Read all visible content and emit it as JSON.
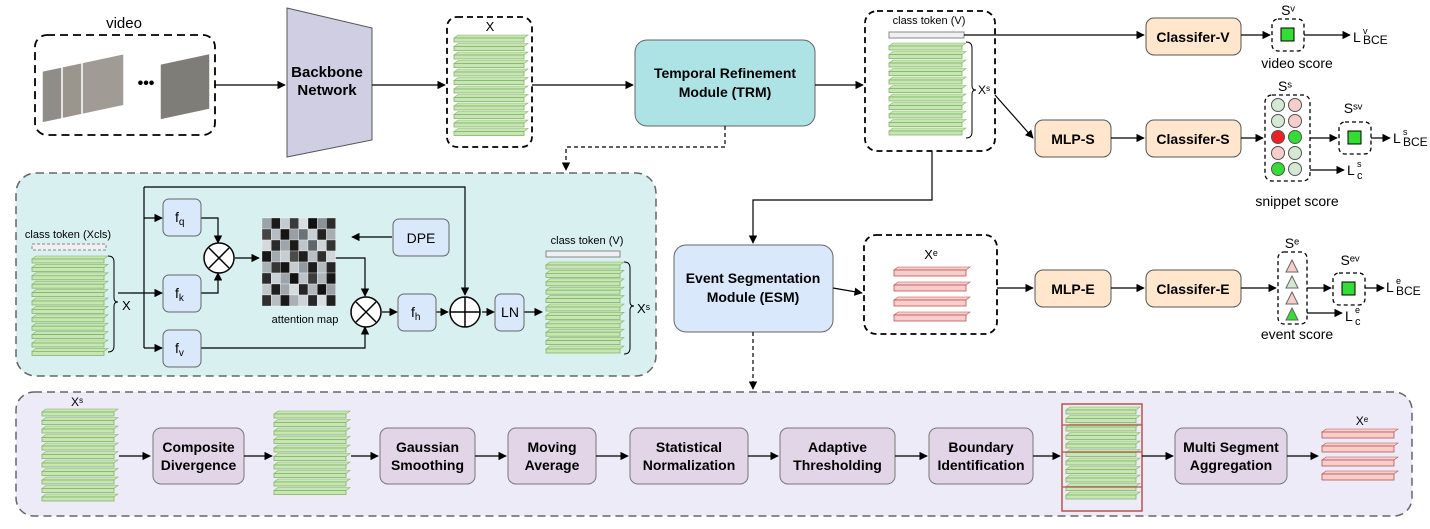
{
  "video": {
    "label": "video",
    "ellipsis": "•••"
  },
  "backbone": {
    "line1": "Backbone",
    "line2": "Network"
  },
  "x_block": {
    "label": "X"
  },
  "trm": {
    "line1": "Temporal Refinement",
    "line2": "Module (TRM)"
  },
  "class_block": {
    "token_label": "class token (V)",
    "xs_label": "Xˢ"
  },
  "classifier_v": {
    "label": "Classifer-V",
    "s_label": "Sᵛ",
    "caption": "video score"
  },
  "l_bce_v": {
    "main": "L",
    "sup": "v",
    "sub": "BCE"
  },
  "mlp_s": {
    "label": "MLP-S"
  },
  "classifier_s": {
    "label": "Classifer-S",
    "s_label": "Sˢ",
    "sv_label": "Sˢᵛ",
    "caption": "snippet score"
  },
  "l_bce_s": {
    "main": "L",
    "sup": "s",
    "sub": "BCE"
  },
  "l_c_s": {
    "main": "L",
    "sup": "s",
    "sub": "c"
  },
  "esm": {
    "line1": "Event Segmentation",
    "line2": "Module (ESM)"
  },
  "xe_block": {
    "label": "Xᵉ"
  },
  "mlp_e": {
    "label": "MLP-E"
  },
  "classifier_e": {
    "label": "Classifer-E",
    "s_label": "Sᵉ",
    "ev_label": "Sᵉᵛ",
    "caption": "event score"
  },
  "l_bce_e": {
    "main": "L",
    "sup": "e",
    "sub": "BCE"
  },
  "l_c_e": {
    "main": "L",
    "sup": "e",
    "sub": "c"
  },
  "trm_detail": {
    "token_in": "class token (Xcls)",
    "x_label": "X",
    "fq": "f",
    "fq_sub": "q",
    "fk": "f",
    "fk_sub": "k",
    "fv": "f",
    "fv_sub": "v",
    "fh": "f",
    "fh_sub": "h",
    "dpe": "DPE",
    "attention": "attention map",
    "ln": "LN",
    "token_out": "class token (V)",
    "xs_out": "Xˢ"
  },
  "esm_detail": {
    "xs_label": "Xˢ",
    "xe_label": "Xᵉ",
    "steps": [
      {
        "line1": "Composite",
        "line2": "Divergence"
      },
      {
        "line1": "Gaussian",
        "line2": "Smoothing"
      },
      {
        "line1": "Moving",
        "line2": "Average"
      },
      {
        "line1": "Statistical",
        "line2": "Normalization"
      },
      {
        "line1": "Adaptive",
        "line2": "Thresholding"
      },
      {
        "line1": "Boundary",
        "line2": "Identification"
      },
      {
        "line1": "Multi Segment",
        "line2": "Aggregation"
      }
    ]
  },
  "colors": {
    "green_bar": "#c6e7b3",
    "green_bar_edge": "#82b366",
    "pink_bar": "#f8cecc",
    "pink_bar_edge": "#b85450",
    "backbone": "#d0cee2",
    "trm": "#aee3e6",
    "esm": "#dae8fc",
    "orange": "#ffe6cc",
    "purple": "#e1d5e7",
    "trm_panel": "#d9f0f1",
    "esm_panel": "#ecebf7",
    "score_green": "#33dd33",
    "score_red": "#ee2222"
  }
}
